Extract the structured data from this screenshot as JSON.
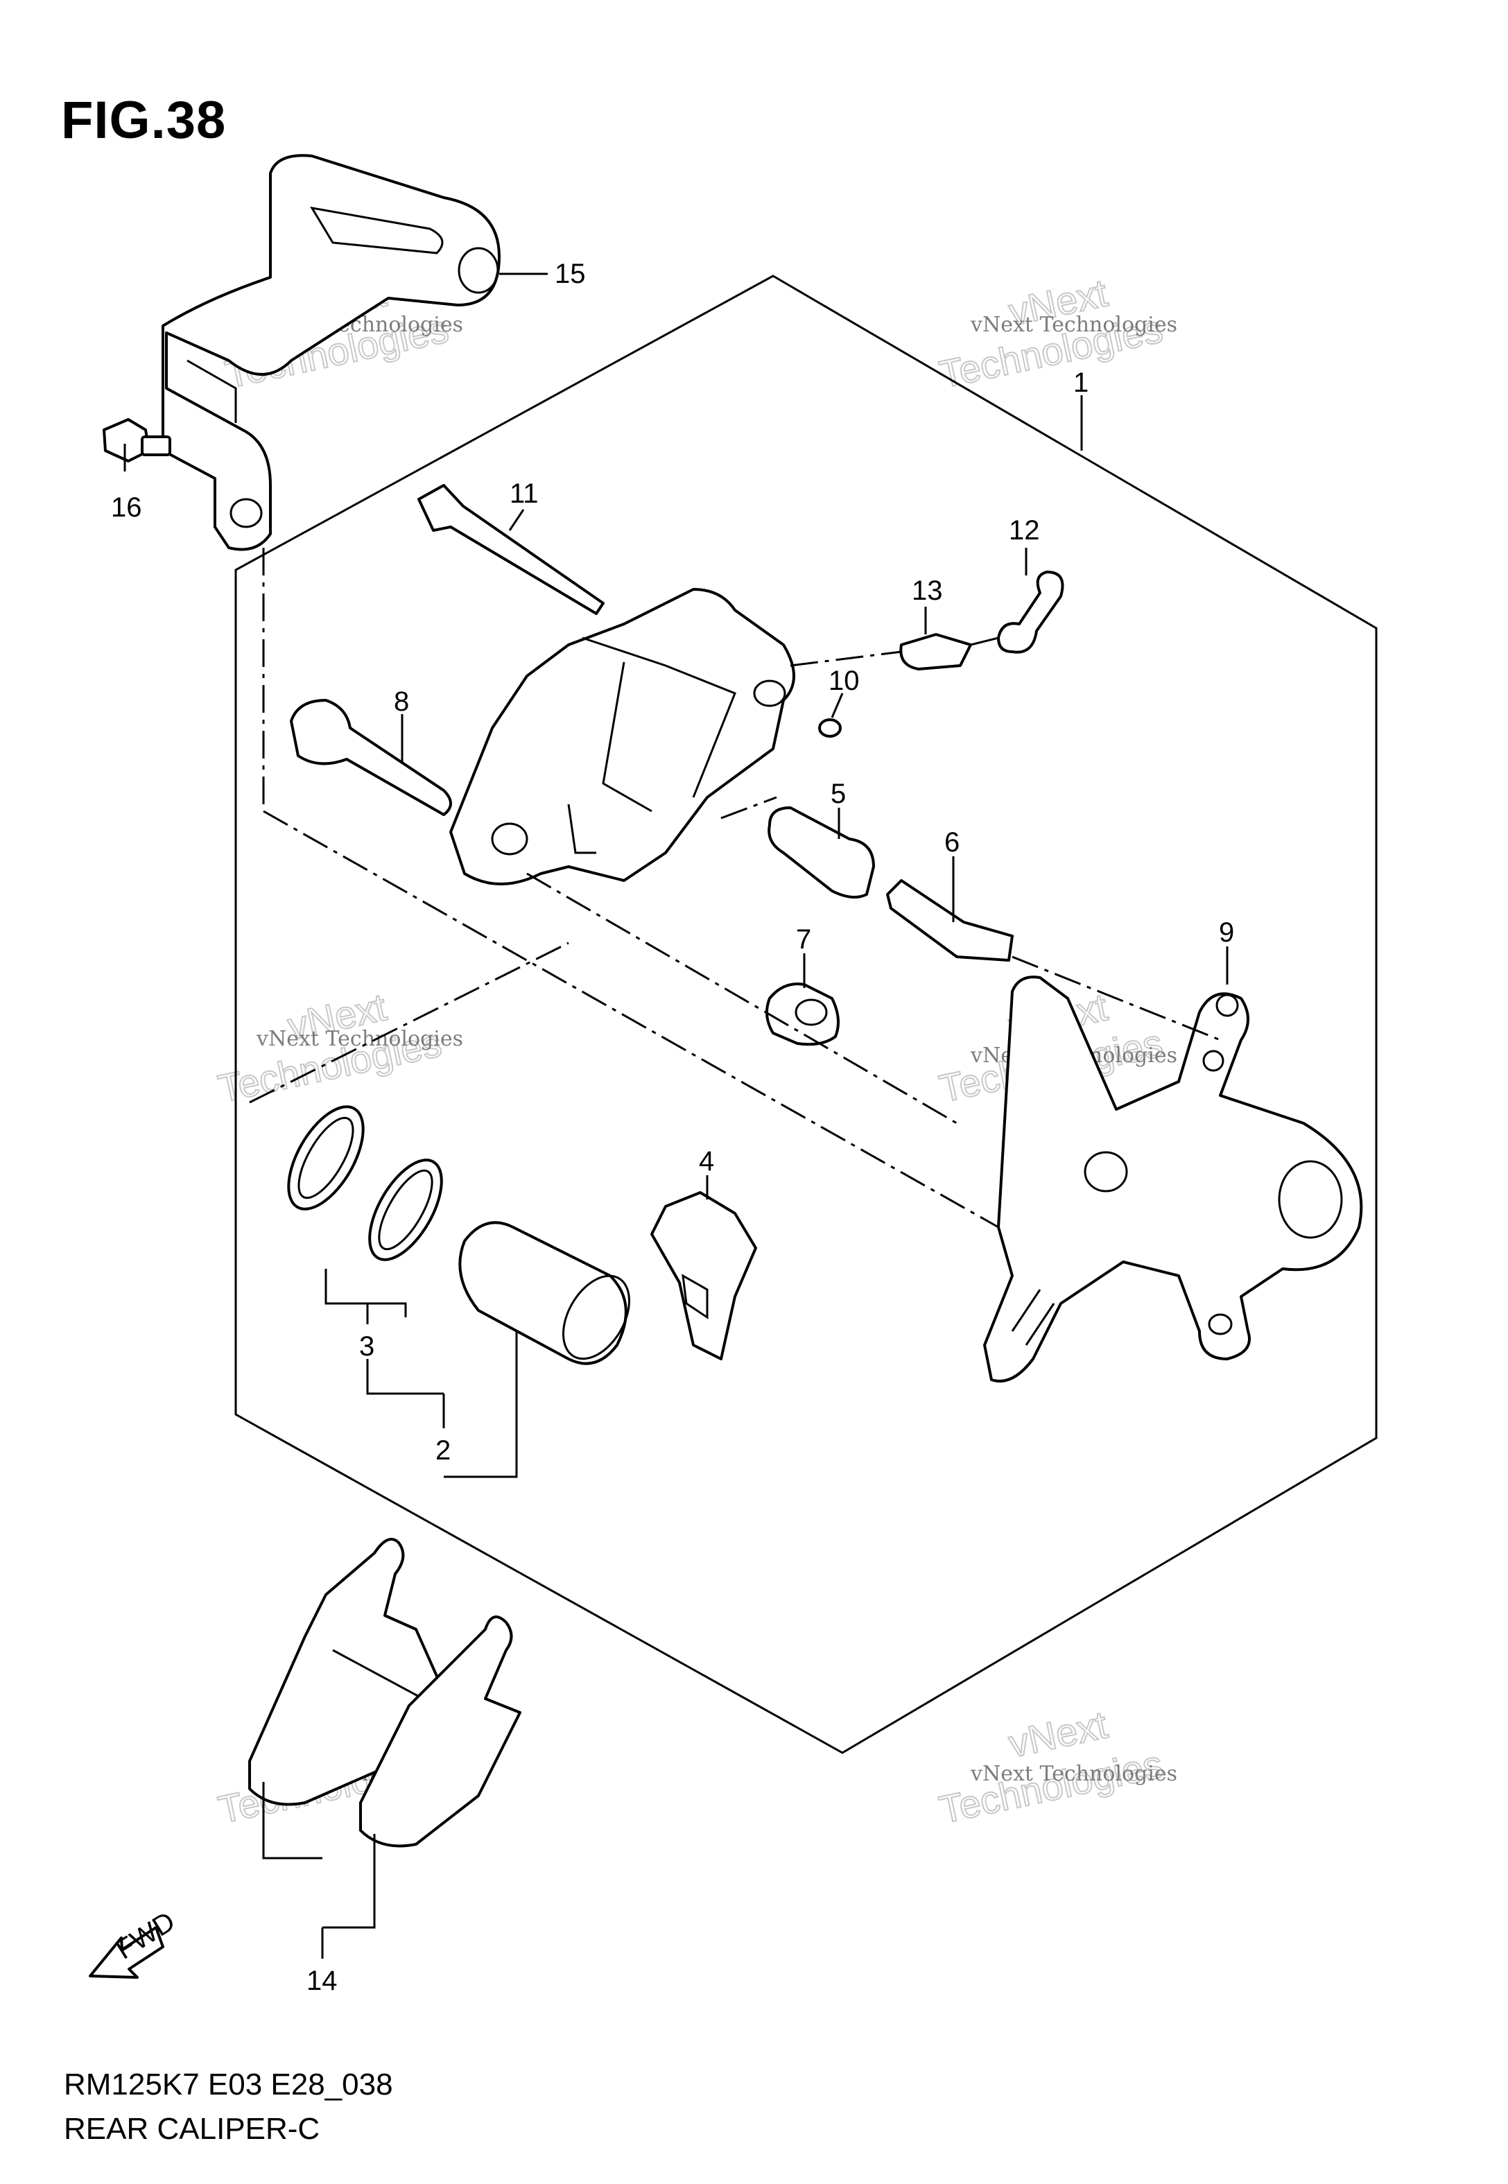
{
  "figure": {
    "title": "FIG.38",
    "model_code": "RM125K7 E03 E28_038",
    "section_name": "REAR CALIPER-C",
    "fwd_label": "FWD"
  },
  "callouts": [
    {
      "key": "c1",
      "number": "1"
    },
    {
      "key": "c2",
      "number": "2"
    },
    {
      "key": "c3",
      "number": "3"
    },
    {
      "key": "c4",
      "number": "4"
    },
    {
      "key": "c5",
      "number": "5"
    },
    {
      "key": "c6",
      "number": "6"
    },
    {
      "key": "c7",
      "number": "7"
    },
    {
      "key": "c8",
      "number": "8"
    },
    {
      "key": "c9",
      "number": "9"
    },
    {
      "key": "c10",
      "number": "10"
    },
    {
      "key": "c11",
      "number": "11"
    },
    {
      "key": "c12",
      "number": "12"
    },
    {
      "key": "c13",
      "number": "13"
    },
    {
      "key": "c14",
      "number": "14"
    },
    {
      "key": "c15",
      "number": "15"
    },
    {
      "key": "c16",
      "number": "16"
    }
  ],
  "watermark": {
    "line1": "vNext Technologies",
    "line2a": "vNext",
    "line2b": "Technologies"
  }
}
